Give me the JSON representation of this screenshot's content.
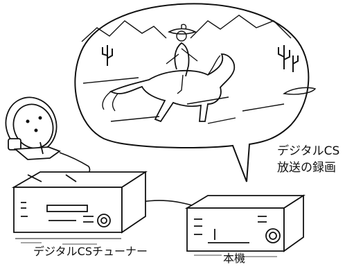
{
  "labels": {
    "tuner": "デジタルCSチューナー",
    "main_unit": "本機",
    "recording_line1": "デジタルCS",
    "recording_line2": "放送の録画"
  },
  "icons": {
    "speech_bubble": "tv-scene-bubble-icon",
    "scene": "cowboy-on-horse-icon",
    "dish": "satellite-dish-icon",
    "tuner": "cs-tuner-device-icon",
    "recorder": "video-recorder-device-icon",
    "cable": "connection-cable-icon"
  },
  "colors": {
    "line": "#111111",
    "background": "#ffffff"
  }
}
